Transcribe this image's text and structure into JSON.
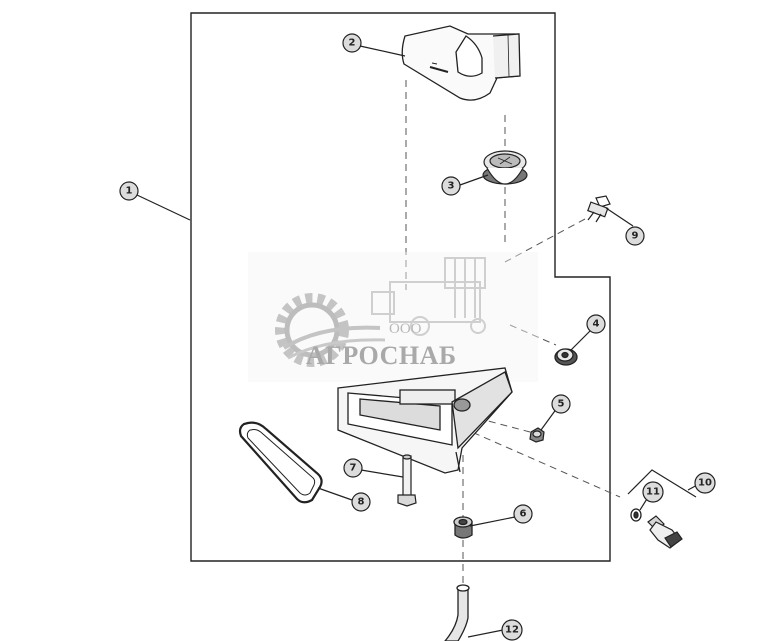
{
  "watermark": {
    "prefix": "ООО",
    "name": "АГРОСНАБ"
  },
  "callouts": [
    "1",
    "2",
    "3",
    "4",
    "5",
    "6",
    "7",
    "8",
    "9",
    "10",
    "11",
    "12"
  ]
}
